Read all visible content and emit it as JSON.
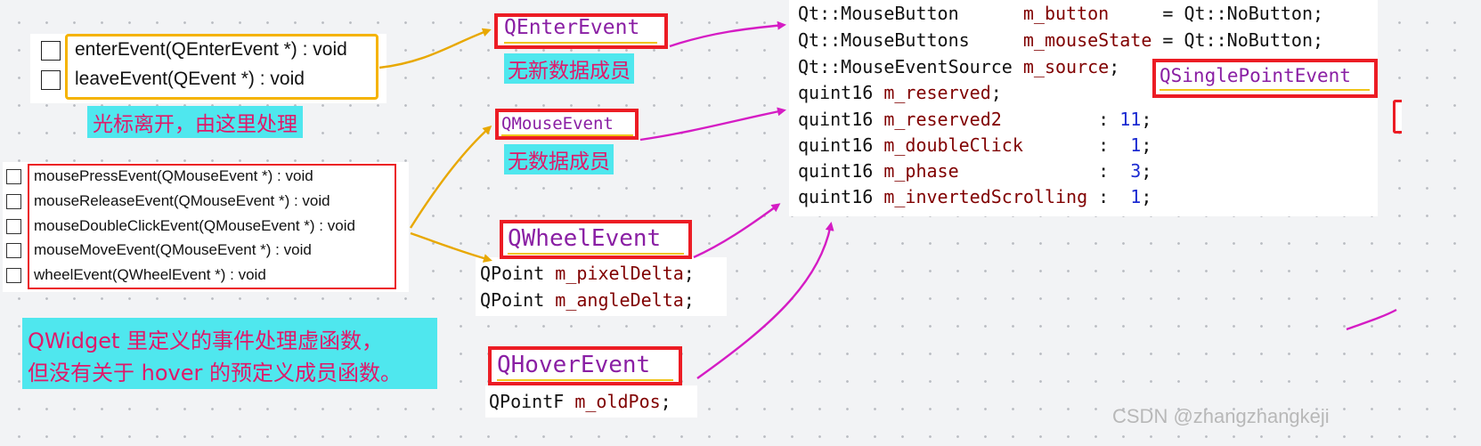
{
  "panel_top": {
    "rows": [
      {
        "label": "enterEvent(QEnterEvent *) : void"
      },
      {
        "label": "leaveEvent(QEvent *) : void"
      }
    ],
    "note": "光标离开，由这里处理"
  },
  "panel_mouse": {
    "rows": [
      {
        "label": "mousePressEvent(QMouseEvent *) : void"
      },
      {
        "label": "mouseReleaseEvent(QMouseEvent *) : void"
      },
      {
        "label": "mouseDoubleClickEvent(QMouseEvent *) : void"
      },
      {
        "label": "mouseMoveEvent(QMouseEvent *) : void"
      },
      {
        "label": "wheelEvent(QWheelEvent *) : void"
      }
    ]
  },
  "bottom_note": {
    "line1": "QWidget 里定义的事件处理虚函数，",
    "line2": "但没有关于 hover 的预定义成员函数。"
  },
  "classes": {
    "enter": {
      "name": "QEnterEvent",
      "note": "无新数据成员"
    },
    "mouse": {
      "name": "QMouseEvent",
      "note": "无数据成员"
    },
    "wheel": {
      "name": "QWheelEvent",
      "members": [
        {
          "type": "QPoint",
          "name": "m_pixelDelta",
          "end": ";"
        },
        {
          "type": "QPoint",
          "name": "m_angleDelta",
          "end": ";"
        }
      ]
    },
    "hover": {
      "name": "QHoverEvent",
      "members": [
        {
          "type": "QPointF",
          "name": "m_oldPos",
          "end": ";"
        }
      ]
    },
    "single_point": {
      "name": "QSinglePointEvent",
      "members": [
        {
          "type": "Qt::MouseButton      ",
          "name": "m_button    ",
          "rest": " = Qt::NoButton;"
        },
        {
          "type": "Qt::MouseButtons     ",
          "name": "m_mouseState",
          "rest": " = Qt::NoButton;"
        },
        {
          "type": "Qt::MouseEventSource ",
          "name": "m_source",
          "rest": ";"
        },
        {
          "type": "quint16 ",
          "name": "m_reserved",
          "rest": ";"
        },
        {
          "type": "quint16 ",
          "name": "m_reserved2         ",
          "rest": ": ",
          "num": "11",
          "end": ";"
        },
        {
          "type": "quint16 ",
          "name": "m_doubleClick       ",
          "rest": ":  ",
          "num": "1",
          "end": ";"
        },
        {
          "type": "quint16 ",
          "name": "m_phase             ",
          "rest": ":  ",
          "num": "3",
          "end": ";"
        },
        {
          "type": "quint16 ",
          "name": "m_invertedScrolling ",
          "rest": ":  ",
          "num": "1",
          "end": ";"
        }
      ]
    }
  },
  "watermark": "CSDN @zhangzhangkeji",
  "colors": {
    "background": "#f2f3f5",
    "highlight_box_orange": "#f5b300",
    "highlight_box_red": "#ec1c24",
    "note_text": "#e0196a",
    "note_bg": "#4fe7ee",
    "arrow_orange": "#e8a800",
    "arrow_magenta": "#d51cc4",
    "class_name": "#8a1fa4",
    "member_name": "#800000",
    "number": "#1c2bd1"
  }
}
